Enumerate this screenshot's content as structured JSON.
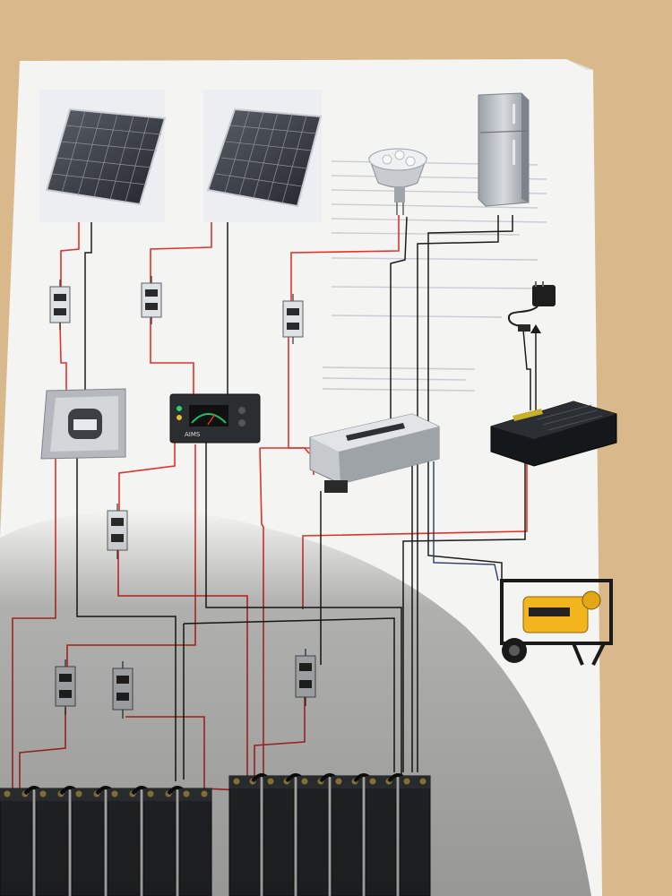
{
  "diagram": {
    "labels": {
      "charge_controller_brand": "AIMS"
    },
    "components": {
      "solar_panels": [
        "solar-panel",
        "solar-panel"
      ],
      "fuses": [
        "dc-breaker",
        "dc-breaker",
        "dc-breaker",
        "dc-breaker",
        "dc-breaker",
        "dc-breaker",
        "dc-breaker"
      ],
      "loads": [
        "led-lamp",
        "refrigerator",
        "phone-charger"
      ],
      "devices": [
        "combiner-box",
        "charge-controller",
        "inverter-charger",
        "inverter",
        "generator"
      ],
      "battery_banks": [
        {
          "cells": 6
        },
        {
          "cells": 6
        }
      ]
    },
    "wire_colors": {
      "positive": "#e0322c",
      "negative": "#1c1c1c",
      "ac": "#2a3a6a"
    }
  }
}
